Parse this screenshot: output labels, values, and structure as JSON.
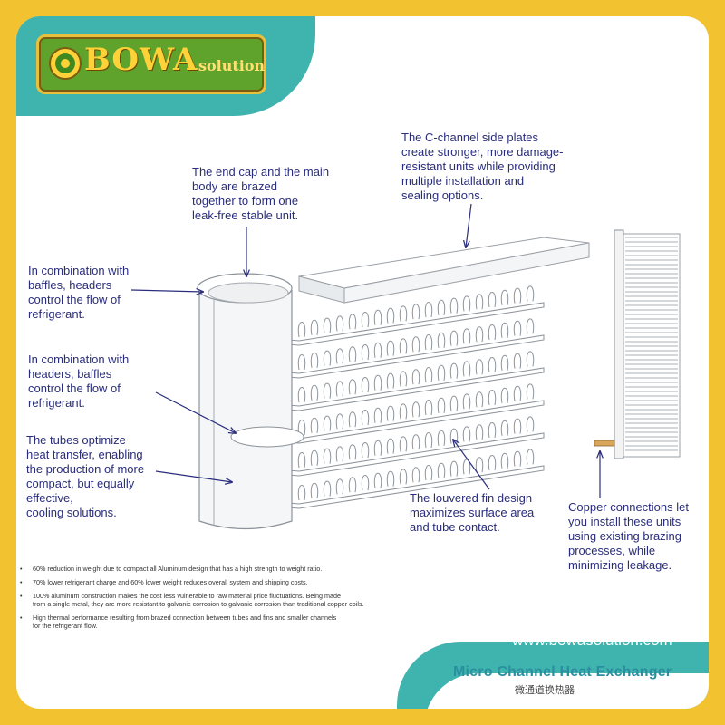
{
  "brand": {
    "name": "BOWA",
    "suffix": "solution"
  },
  "callouts": {
    "side_plates": "The C-channel side plates\ncreate stronger, more damage-\nresistant units while providing\nmultiple installation and\nsealing options.",
    "end_cap": "The end cap and the main\nbody are brazed\ntogether to form one\nleak-free stable unit.",
    "headers": "In combination with\nbaffles, headers\ncontrol the flow of\nrefrigerant.",
    "baffles": "In combination with\nheaders, baffles\ncontrol the flow of\nrefrigerant.",
    "tubes": "The tubes optimize\nheat transfer, enabling\nthe production of more\ncompact, but equally\neffective,\ncooling solutions.",
    "fins": "The louvered fin design\nmaximizes surface area\nand tube contact.",
    "copper": "Copper connections let\nyou install these units\nusing existing brazing\nprocesses, while\nminimizing leakage."
  },
  "bullets": [
    "60% reduction in weight due to compact all Aluminum design  that has a high strength to weight ratio.",
    "70% lower refrigerant charge and 60% lower weight reduces  overall system and shipping costs.",
    "100% aluminum construction makes the cost less vulnerable to raw material price fluctuations. Being made\nfrom a single metal, they are more resistant to galvanic corrosion to galvanic corrosion than traditional copper coils.",
    "High thermal performance resulting from brazed connection  between tubes and fins and smaller channels\nfor the refrigerant flow."
  ],
  "footer": {
    "url": "www.bowasolution.com",
    "product": "Micro Channel Heat Exchanger",
    "product_cn": "微通道换热器"
  },
  "colors": {
    "frame": "#f2c230",
    "teal": "#3fb3ae",
    "label_text": "#2a2d7c",
    "logo_green": "#5fa32d",
    "logo_gold": "#ffd23a"
  }
}
